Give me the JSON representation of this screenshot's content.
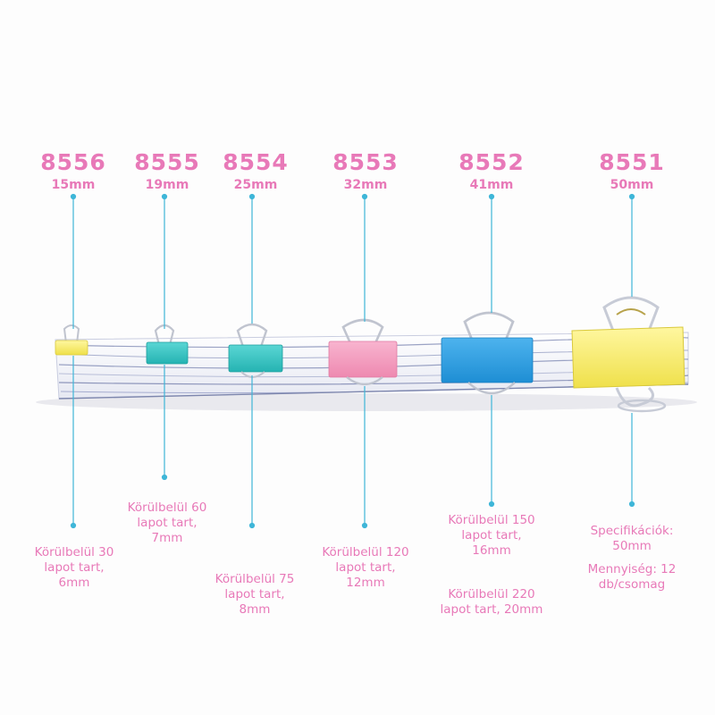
{
  "colors": {
    "label_pink": "#e879b8",
    "guide_line": "#3fb6d8",
    "clip_yellow": "#f8ec59",
    "clip_teal": "#33c6c4",
    "clip_pink": "#f39cbd",
    "clip_blue": "#2f9fe0",
    "paper": "#f2f3f8",
    "metal": "#c9ccd6"
  },
  "clips": [
    {
      "code": "8556",
      "size": "15mm",
      "capacity": "Körülbelül 30\nlapot tart,\n6mm",
      "color_name": "yellow"
    },
    {
      "code": "8555",
      "size": "19mm",
      "capacity": "Körülbelül 60\nlapot tart,\n7mm",
      "color_name": "teal"
    },
    {
      "code": "8554",
      "size": "25mm",
      "capacity": "Körülbelül 75\nlapot tart,\n8mm",
      "color_name": "teal"
    },
    {
      "code": "8553",
      "size": "32mm",
      "capacity": "Körülbelül 120\nlapot tart,\n12mm",
      "color_name": "pink"
    },
    {
      "code": "8552",
      "size": "41mm",
      "capacity": "Körülbelül 150\nlapot tart,\n16mm",
      "capacity_2": "Körülbelül 220\nlapot tart, 20mm",
      "color_name": "blue"
    },
    {
      "code": "8551",
      "size": "50mm",
      "spec": "Specifikációk:\n50mm",
      "quantity": "Mennyiség: 12\ndb/csomag",
      "color_name": "yellow"
    }
  ]
}
